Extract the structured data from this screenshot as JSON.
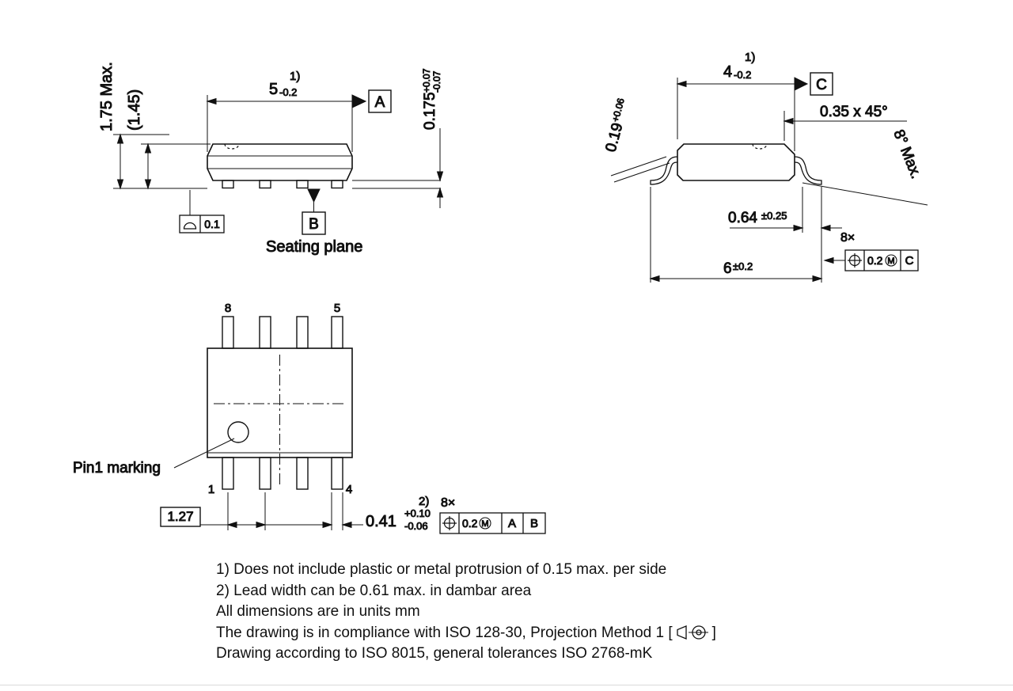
{
  "side_view": {
    "height_max": "1.75 Max.",
    "height_ref": "(1.45)",
    "note_ref": "1)",
    "length_value": "5",
    "length_tol": "-0.2",
    "datum_a": "A",
    "standoff_value": "0.175",
    "standoff_tol_plus": "+0.07",
    "standoff_tol_minus": "-0.07",
    "profile_tol": "0.1",
    "datum_b": "B",
    "seating_plane": "Seating plane"
  },
  "end_view": {
    "note_ref": "1)",
    "width_value": "4",
    "width_tol": "-0.2",
    "datum_c": "C",
    "lead_thickness_value": "0.19",
    "lead_thickness_tol": "+0.06",
    "chamfer": "0.35 x 45°",
    "lead_angle": "8° Max.",
    "foot_value": "0.64",
    "foot_tol": "±0.25",
    "span_value": "6",
    "span_tol": "±0.2",
    "count": "8×",
    "fcf": {
      "tol": "0.2",
      "modifier": "M",
      "datum": "C"
    }
  },
  "top_view": {
    "pin8": "8",
    "pin5": "5",
    "pin1": "1",
    "pin4": "4",
    "pin1_marking": "Pin1 marking",
    "pitch": "1.27",
    "note_ref": "2)",
    "lead_width_value": "0.41",
    "lead_width_tol_plus": "+0.10",
    "lead_width_tol_minus": "-0.06",
    "count": "8×",
    "fcf": {
      "tol": "0.2",
      "modifier": "M",
      "datum1": "A",
      "datum2": "B"
    }
  },
  "notes": {
    "line1": "1) Does not include plastic or metal protrusion of 0.15 max. per side",
    "line2": "2) Lead width can be 0.61 max. in dambar area",
    "line3": "All dimensions are in units mm",
    "line4_prefix": "The drawing is in compliance with ISO 128-30, Projection Method 1 [",
    "line4_suffix": "]",
    "line5": "Drawing according to ISO 8015, general tolerances ISO 2768-mK"
  },
  "colors": {
    "line": "#111111",
    "background": "#ffffff"
  }
}
